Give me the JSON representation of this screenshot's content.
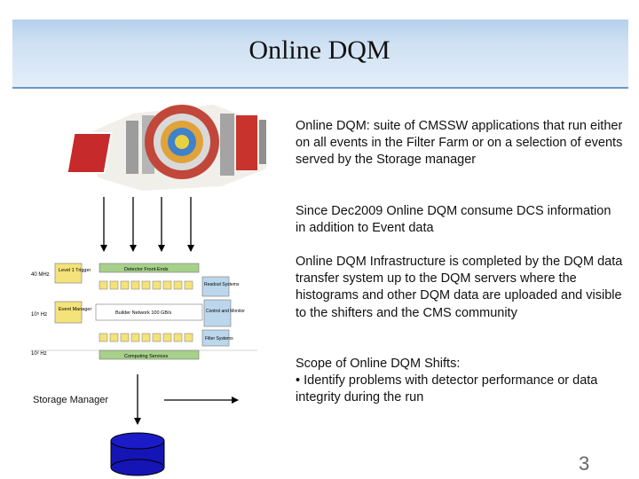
{
  "slide": {
    "title": "Online DQM",
    "paragraphs": [
      "Online DQM: suite of CMSSW applications that run either on all events in the Filter Farm or on a selection of events served by the Storage manager",
      "Since Dec2009 Online DQM consume DCS information in addition to Event data",
      "Online DQM Infrastructure is completed by the DQM data transfer system up to the DQM servers where the histograms and other DQM data are uploaded and visible to the shifters and the CMS community",
      "Scope of Online DQM Shifts:\n• Identify problems with detector performance or data integrity during the run"
    ],
    "storage_label": "Storage Manager",
    "page_number": "3"
  },
  "daq_diagram": {
    "rate_labels": [
      "40 MHz",
      "10⁵ Hz",
      "10² Hz"
    ],
    "level1_trigger": "Level 1 Trigger",
    "detector_front_ends": "Detector Front-Ends",
    "readout_systems": "Readout Systems",
    "event_manager": "Event Manager",
    "builder_network": "Builder Network 100 GB/s",
    "control_monitor": "Control and Monitor",
    "filter_systems": "Filter Systems",
    "computing_services": "Computing Services"
  },
  "colors": {
    "title_gradient_top": "#b4d0ec",
    "title_border": "#6f96c5",
    "database": "#1515b5",
    "diagram_yellow": "#f4e27a",
    "diagram_green": "#a7d08a",
    "diagram_blue": "#bcd6ec"
  }
}
